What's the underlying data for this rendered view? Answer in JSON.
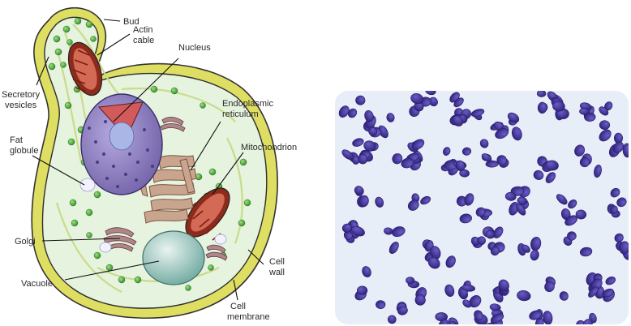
{
  "labels": {
    "bud": "Bud",
    "actin_line1": "Actin",
    "actin_line2": "cable",
    "nucleus": "Nucleus",
    "secretory_line1": "Secretory",
    "secretory_line2": "vesicles",
    "er_line1": "Endoplasmic",
    "er_line2": "reticulum",
    "fat_line1": "Fat",
    "fat_line2": "globule",
    "mitochondrion": "Mitochondrion",
    "golgi": "Golgi",
    "cellwall_line1": "Cell",
    "cellwall_line2": "wall",
    "vacuole": "Vacuole",
    "membrane_line1": "Cell",
    "membrane_line2": "membrane"
  },
  "colors": {
    "cell_wall": "#dede62",
    "cytoplasm": "#e6f3de",
    "nucleus": "#8f7fbf",
    "nucleolus_wedge": "#d25a5a",
    "mitochondrion": "#8e2a1c",
    "er": "#c9a48e",
    "vacuole": "#9fc8c0",
    "vesicle_green": "#4fae3a",
    "micrograph_bg": "#e8eef8",
    "yeast_cell": "#3d2f94"
  }
}
